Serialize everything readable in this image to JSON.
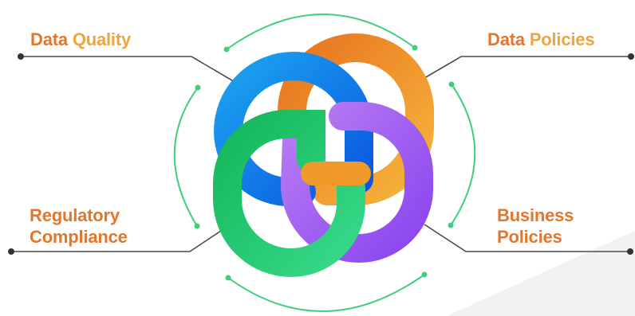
{
  "labels": {
    "data_quality": {
      "word1": "Data",
      "word2": "Quality"
    },
    "data_policies": {
      "word1": "Data",
      "word2": "Policies"
    },
    "regulatory_compliance": {
      "line1": "Regulatory",
      "line2": "Compliance"
    },
    "business_policies": {
      "line1": "Business",
      "line2": "Policies"
    }
  },
  "colors": {
    "label_dark": "#e2762d",
    "label_light": "#f0a53a",
    "ring_blue": "#1572e8",
    "ring_orange": "#f09428",
    "ring_purple": "#9b5cf0",
    "ring_green": "#22c56b",
    "arrows": "#3ecf7d",
    "connector_lines": "#444444"
  }
}
